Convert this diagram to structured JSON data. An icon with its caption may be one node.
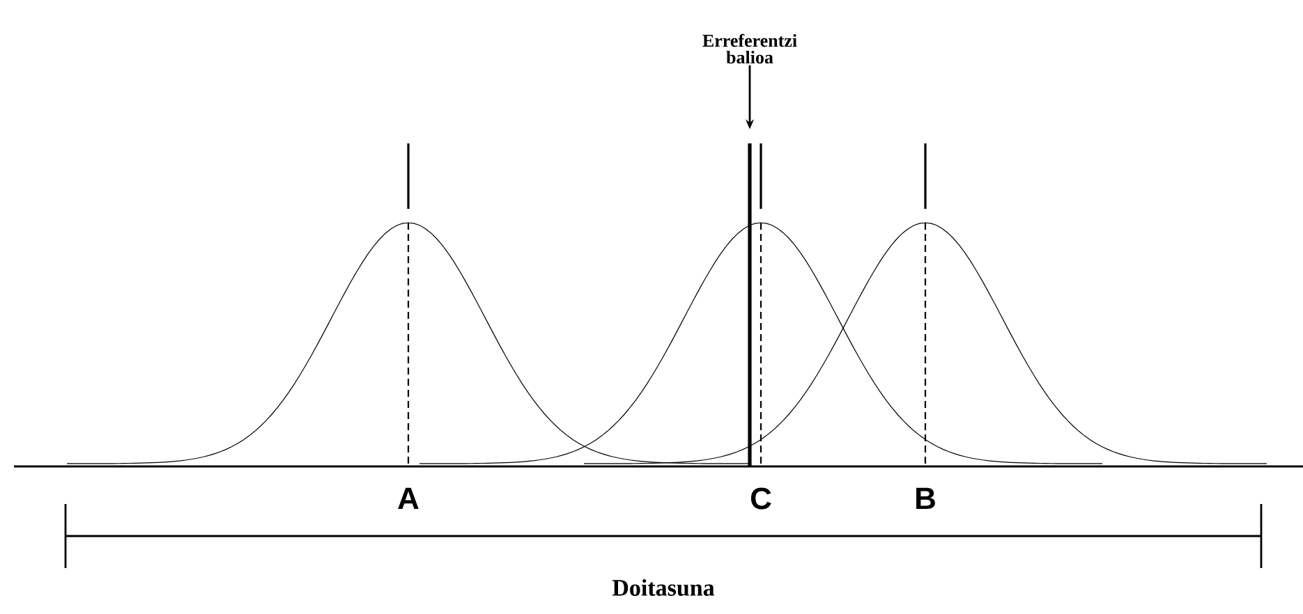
{
  "diagram": {
    "nodes": [
      {
        "text": [
          "Erreferentzi balioa"
        ]
      },
      {
        "text": [],
        "shape": "bar"
      }
    ],
    "edges": [
      {
        "from": 0,
        "to": 1,
        "arrow": "to"
      }
    ],
    "labels": [
      "A",
      "C",
      "B",
      "Doitasuna"
    ]
  }
}
